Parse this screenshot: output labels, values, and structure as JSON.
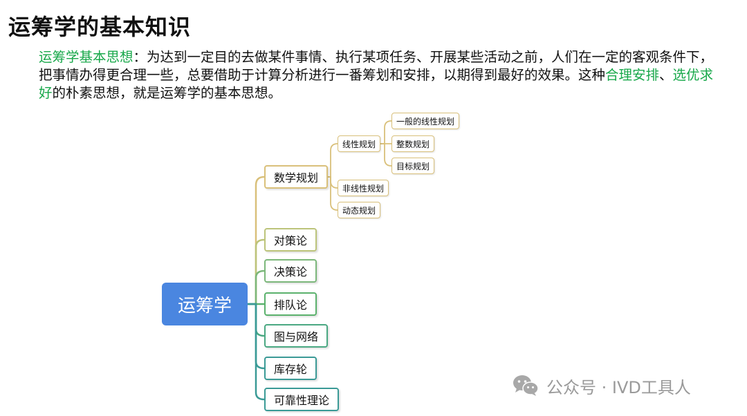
{
  "title": "运筹学的基本知识",
  "intro": {
    "p1": "运筹学基本思想",
    "p2": "：为达到一定目的去做某件事情、执行某项任务、开展某些活动之前，人们在一定的客观条件下，把事情办得更合理一些，总要借助于计算分析进行一番筹划和安排，以期得到最好的效果。这种",
    "p3": "合理安排",
    "p4": "、",
    "p5": "选优求好",
    "p6": "的朴素思想，就是运筹学的基本思想。"
  },
  "colors": {
    "accent_green": "#18a84a",
    "root_blue": "#4a86e0",
    "branch_gold": "#d9c07a",
    "branch_green": "#5ab16c",
    "branch_teal": "#3a9a96"
  },
  "mindmap": {
    "root": "运筹学",
    "branches": [
      {
        "label": "数学规划",
        "children": [
          {
            "label": "线性规划",
            "children": [
              "一般的线性规划",
              "整数规划",
              "目标规划"
            ]
          },
          {
            "label": "非线性规划"
          },
          {
            "label": "动态规划"
          }
        ]
      },
      {
        "label": "对策论"
      },
      {
        "label": "决策论"
      },
      {
        "label": "排队论"
      },
      {
        "label": "图与网络"
      },
      {
        "label": "库存轮"
      },
      {
        "label": "可靠性理论"
      }
    ]
  },
  "watermark": {
    "icon": "wechat-icon",
    "text": "公众号 · IVD工具人"
  }
}
